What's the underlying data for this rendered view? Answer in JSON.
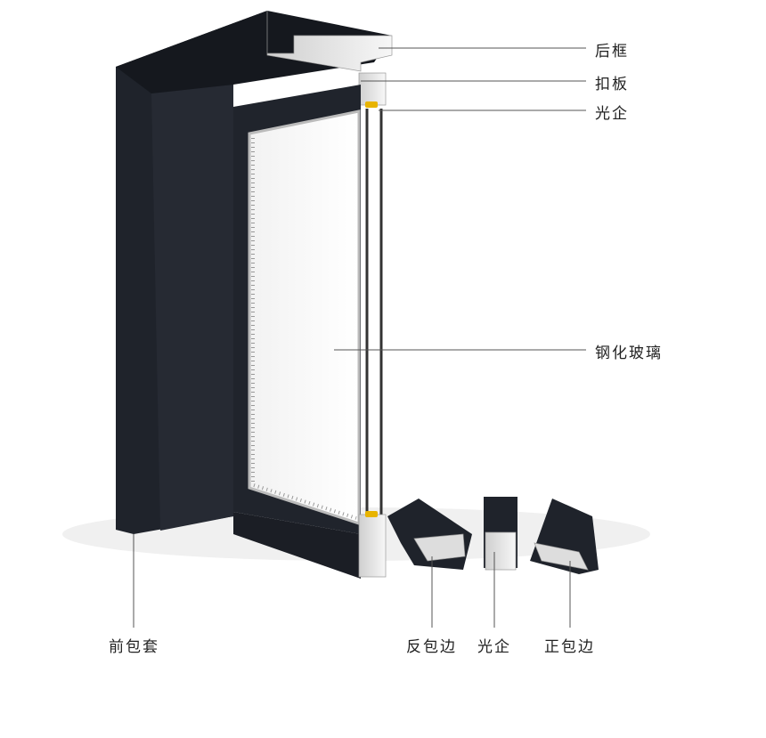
{
  "title": "门框结构示意",
  "colors": {
    "frame": "#1f232b",
    "aluminum": "#e6e6e6",
    "seal": "#e8b400",
    "line": "#555555"
  },
  "labels": {
    "back_frame": "后框",
    "cover_plate": "扣板",
    "light_frame_top": "光企",
    "tempered_glass": "钢化玻璃",
    "front_casing": "前包套",
    "reverse_edge": "反包边",
    "light_frame_bottom": "光企",
    "front_edge": "正包边"
  }
}
